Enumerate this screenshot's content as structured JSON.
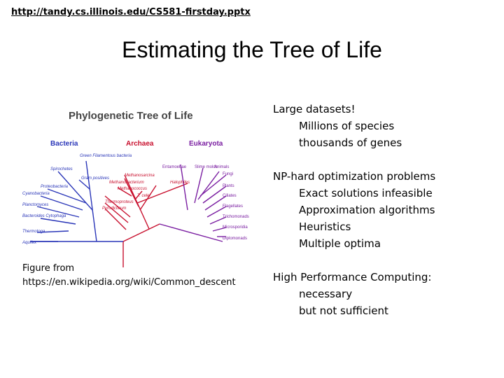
{
  "header": {
    "link_text": "http://tandy.cs.illinois.edu/CS581-firstday.pptx",
    "title": "Estimating the Tree of Life"
  },
  "figure": {
    "title": "Phylogenetic Tree of Life",
    "domains": [
      "Bacteria",
      "Archaea",
      "Eukaryota"
    ],
    "labels": {
      "green_filamentous": "Green Filamentous bacteria",
      "spirochetes": "Spirochetes",
      "gram_positives": "Gram positives",
      "proteobacteria": "Proteobacteria",
      "cyanobacteria": "Cyanobacteria",
      "planctomyces": "Planctomyces",
      "bacteroides": "Bacteroides Cytophaga",
      "thermotoga": "Thermotoga",
      "aquifex": "Aquifex",
      "methanosarcina": "Methanosarcina",
      "methanobacterium": "Methanobacterium",
      "halophiles": "Halophiles",
      "methanococcus": "Methanococcus",
      "t_celer": "T. celer",
      "thermoproteus": "Thermoproteus",
      "pyrodicticum": "Pyrodicticum",
      "entamoebae": "Entamoebae",
      "slime_molds": "Slime molds",
      "animals": "Animals",
      "fungi": "Fungi",
      "plants": "Plants",
      "ciliates": "Ciliates",
      "flagellates": "Flagellates",
      "trichomonads": "Trichomonads",
      "microsporidia": "Microsporidia",
      "diplomonads": "Diplomonads"
    },
    "colors": {
      "bacteria": "#2a36b8",
      "archaea": "#c8102e",
      "eukaryota": "#7a1ea1"
    }
  },
  "caption": {
    "line1": "Figure from",
    "line2": "https://en.wikipedia.org/wiki/Common_descent"
  },
  "bullets": [
    {
      "head": "Large datasets!",
      "subs": [
        "Millions of species",
        "thousands of genes"
      ]
    },
    {
      "head": "NP-hard optimization problems",
      "subs": [
        "Exact solutions infeasible",
        "Approximation algorithms",
        "Heuristics",
        "Multiple optima"
      ]
    },
    {
      "head": "High Performance Computing:",
      "subs": [
        "necessary",
        "but not sufficient"
      ]
    }
  ]
}
